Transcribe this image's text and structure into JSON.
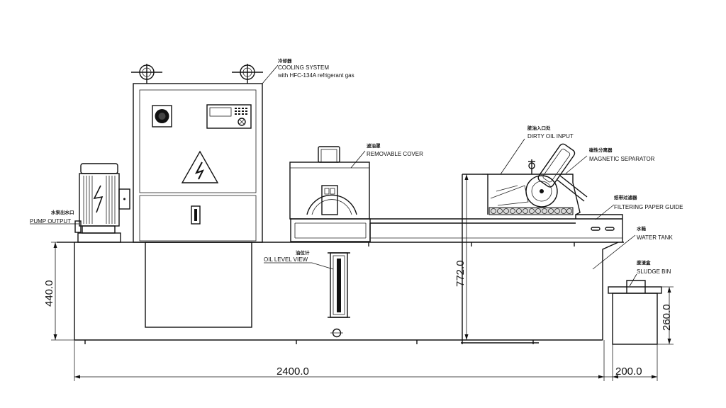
{
  "labels": {
    "cooling_cn": "冷却器",
    "cooling_line1": "COOLING SYSTEM",
    "cooling_line2": "with HFC-134A refrigerant gas",
    "cover_cn": "滤油罩",
    "cover": "REMOVABLE COVER",
    "dirty_cn": "脏油入口处",
    "dirty": "DIRTY OIL INPUT",
    "magnetic_cn": "磁性分离器",
    "magnetic": "MAGNETIC SEPARATOR",
    "filter_cn": "纸带过滤器",
    "filter": "FILTERING PAPER GUIDE",
    "water_cn": "水箱",
    "water": "WATER TANK",
    "sludge_cn": "废渣盒",
    "sludge": "SLUDGE BIN",
    "pump_cn": "水泵出水口",
    "pump": "PUMP OUTPUT",
    "oil_cn": "油位计",
    "oil": "OIL LEVEL VIEW"
  },
  "dimensions": {
    "height_tank": "440.0",
    "height_total": "772.0",
    "height_bin": "260.0",
    "length_tank": "2400.0",
    "length_bin": "200.0"
  }
}
